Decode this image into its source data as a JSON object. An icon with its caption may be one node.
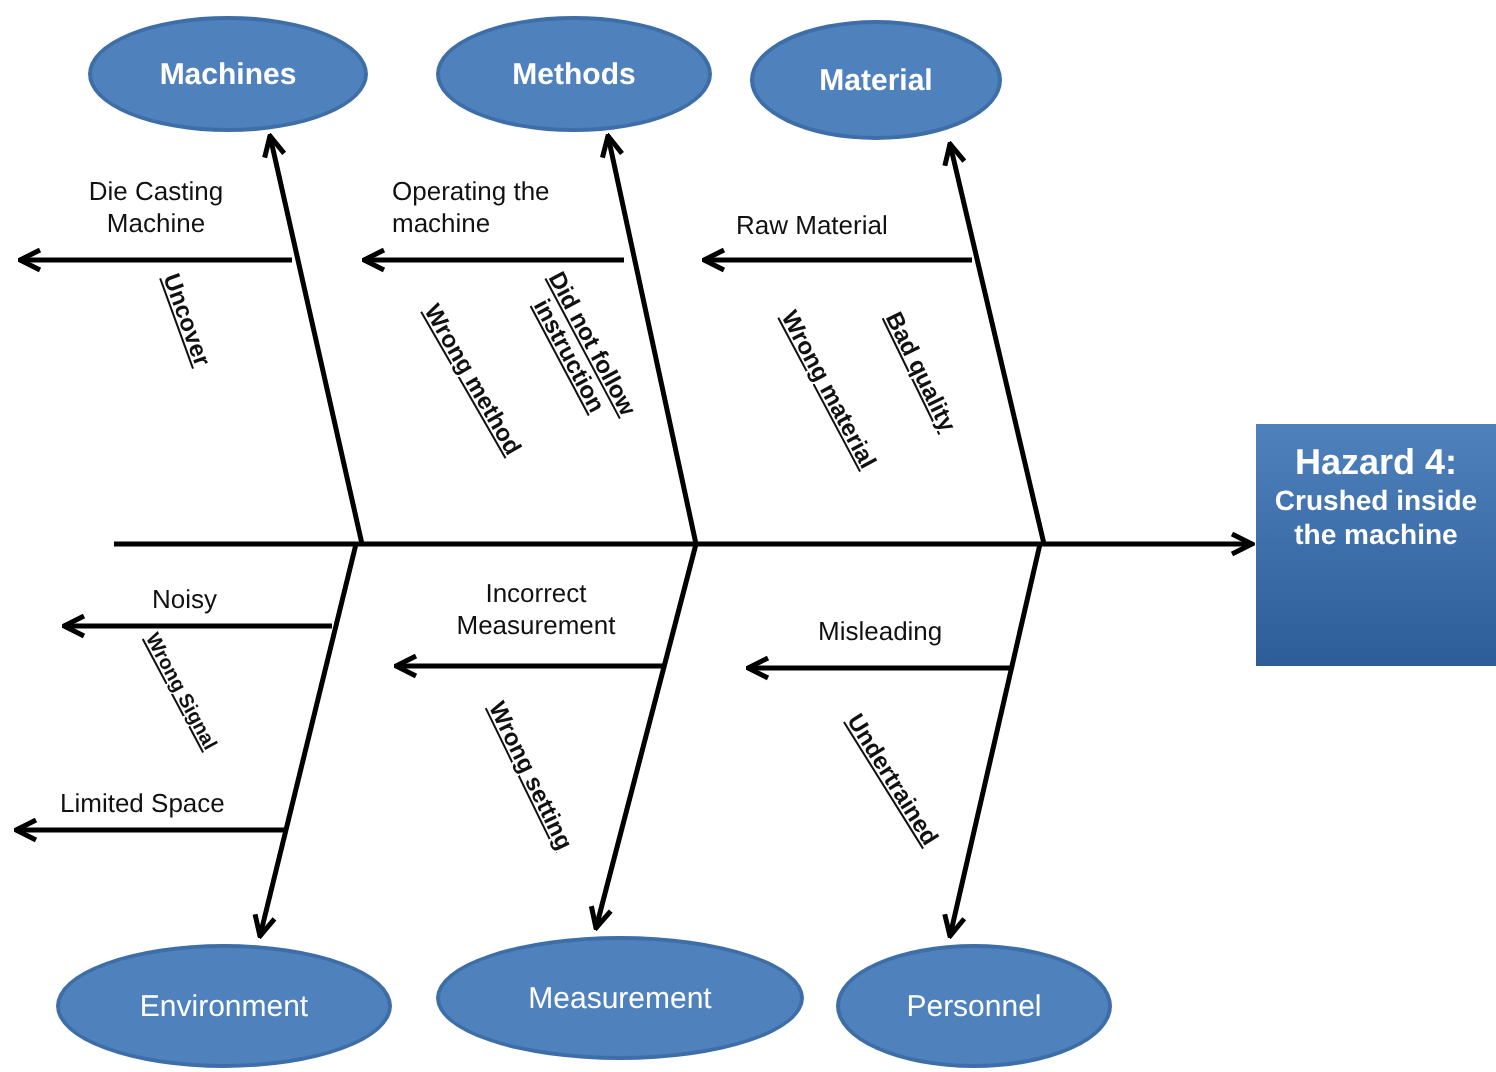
{
  "diagram": {
    "nodes": [
      {
        "text": [
          "Machines"
        ]
      },
      {
        "text": [
          "Methods"
        ]
      },
      {
        "text": [
          "Material"
        ]
      },
      {
        "text": [
          "Hazard 4:",
          "Crushed inside the machine"
        ]
      },
      {
        "text": [
          "Environment"
        ]
      },
      {
        "text": [
          "Measurement"
        ]
      },
      {
        "text": [
          "Personnel"
        ]
      }
    ],
    "edges": [
      {
        "from": null,
        "to": 3,
        "arrow": "to"
      },
      {
        "from": null,
        "to": 0,
        "arrow": "to"
      },
      {
        "from": null,
        "to": 1,
        "arrow": "to"
      },
      {
        "from": null,
        "to": 2,
        "arrow": "to"
      },
      {
        "from": null,
        "to": 4,
        "arrow": "to"
      },
      {
        "from": null,
        "to": 5,
        "arrow": "to"
      },
      {
        "from": null,
        "to": 6,
        "arrow": "to"
      }
    ],
    "labels": [
      "Die Casting Machine",
      "Operating the machine",
      "Raw Material",
      "Uncover",
      "Wrong method",
      "Did not follow instruction",
      "Wrong material",
      "Bad quality",
      "Noisy",
      "Incorrect Measurement",
      "Misleading",
      "Wrong Signal",
      "Wrong setting",
      "Undertrained",
      "Limited Space"
    ]
  }
}
